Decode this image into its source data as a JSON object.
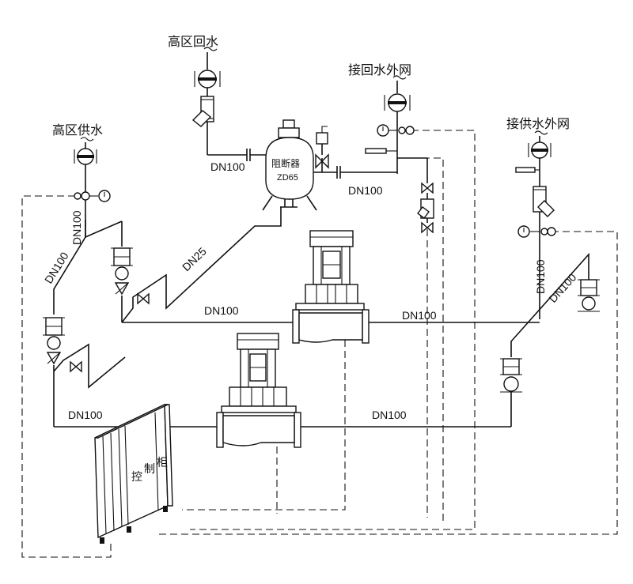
{
  "labels": {
    "high_zone_return": "高区回水",
    "high_zone_supply": "高区供水",
    "connect_return_outer": "接回水外网",
    "connect_supply_outer": "接供水外网",
    "isolator_name": "阻断器",
    "isolator_model": "ZD65",
    "control_cabinet_1": "控",
    "control_cabinet_2": "制",
    "control_cabinet_3": "柜"
  },
  "pipe_labels": {
    "dn100_return_top": "DN100",
    "dn100_isolator_right": "DN100",
    "dn100_supply_vertical": "DN100",
    "dn100_left_vertical": "DN100",
    "dn25": "DN25",
    "dn100_upper_main": "DN100",
    "dn100_upper_right": "DN100",
    "dn100_lower_left": "DN100",
    "dn100_lower_right": "DN100",
    "dn100_right_vertical": "DN100",
    "dn100_right_diagonal": "DN100"
  }
}
